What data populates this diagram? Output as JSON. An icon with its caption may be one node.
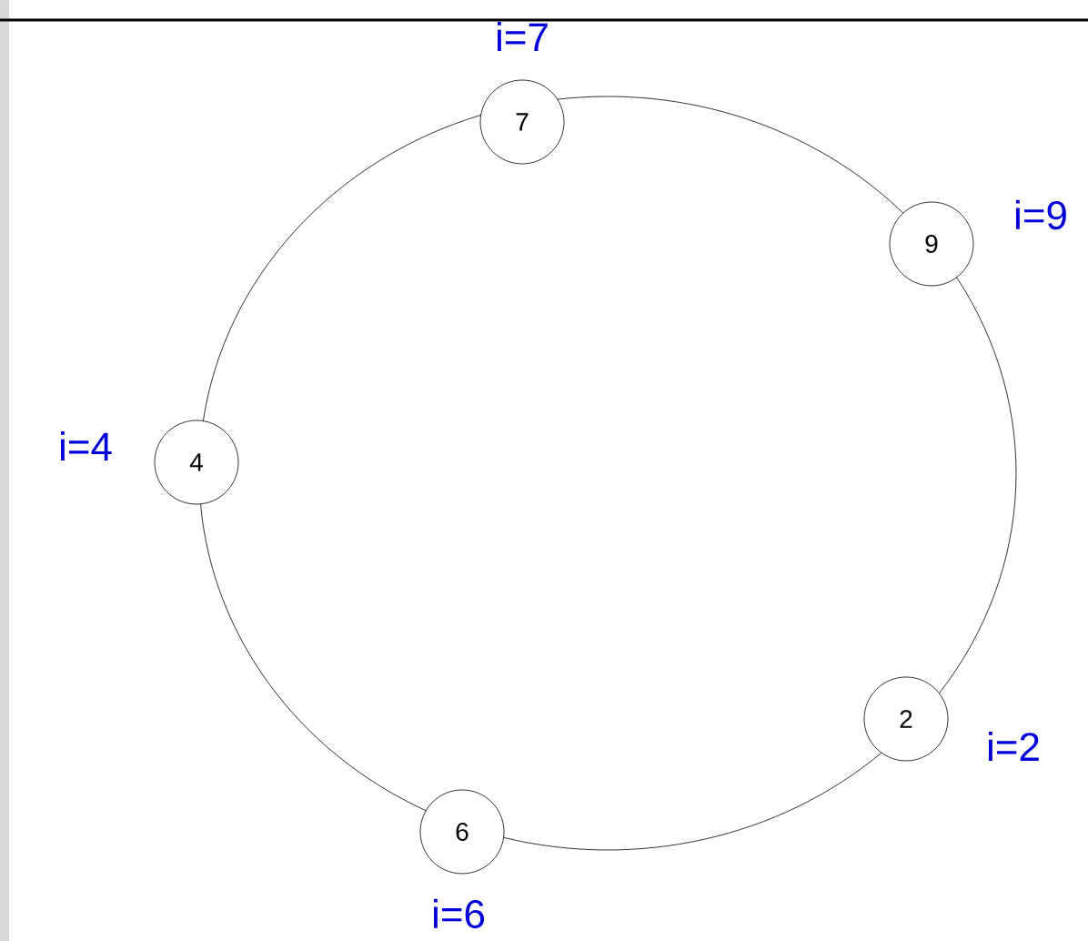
{
  "diagram": {
    "nodes": [
      {
        "text": [
          "7"
        ],
        "beside": [
          "i=7"
        ]
      },
      {
        "text": [
          "9"
        ],
        "beside": [
          "i=9"
        ]
      },
      {
        "text": [
          "4"
        ],
        "beside": [
          "i=4"
        ]
      },
      {
        "text": [
          "2"
        ],
        "beside": [
          "i=2"
        ]
      },
      {
        "text": [
          "6"
        ],
        "beside": [
          "i=6"
        ]
      }
    ],
    "edges": [
      {
        "from": 0,
        "to": 1,
        "arrow": "none"
      },
      {
        "from": 1,
        "to": 3,
        "arrow": "none"
      },
      {
        "from": 3,
        "to": 4,
        "arrow": "none"
      },
      {
        "from": 4,
        "to": 2,
        "arrow": "none"
      },
      {
        "from": 2,
        "to": 0,
        "arrow": "none"
      }
    ]
  }
}
